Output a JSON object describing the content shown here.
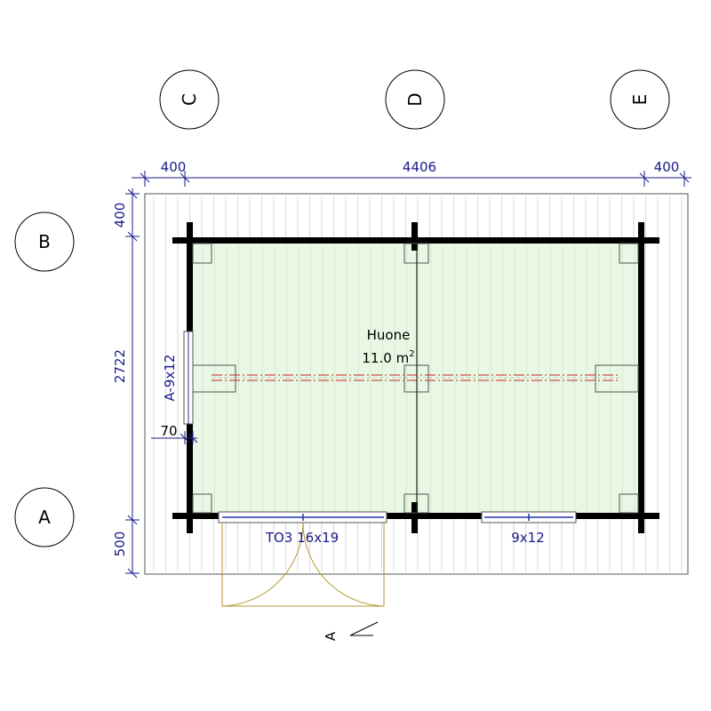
{
  "grid_labels": {
    "c": "C",
    "d": "D",
    "e": "E",
    "b": "B",
    "a": "A"
  },
  "dimensions": {
    "top_left": "400",
    "top_mid": "4406",
    "top_right": "400",
    "left_top": "400",
    "left_mid": "2722",
    "left_bottom": "500",
    "small_70": "70"
  },
  "room": {
    "name": "Huone",
    "area": "11.0 m",
    "area_sup": "2"
  },
  "openings": {
    "left_window": "A-9x12",
    "door": "TO3 16x19",
    "bottom_window": "9x12"
  },
  "section_marker": "A",
  "colors": {
    "floor": "#e8f8e4",
    "wall": "#000000",
    "dimension": "#1a1a8c",
    "door_swing": "#b8962e",
    "beam_red": "#cc2222"
  }
}
